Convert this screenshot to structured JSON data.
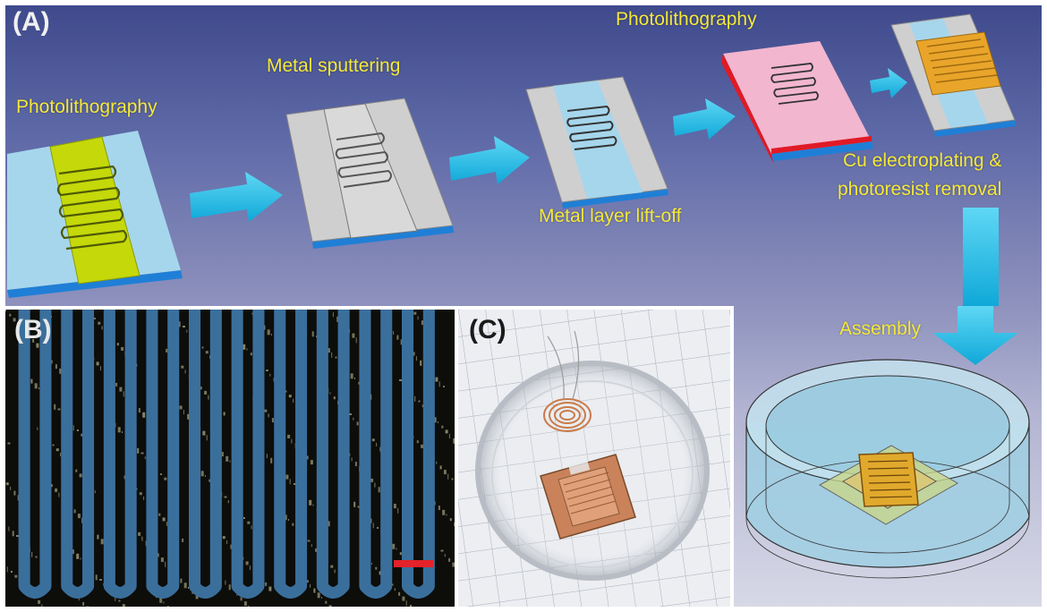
{
  "panels": {
    "a": {
      "label": "(A)"
    },
    "b": {
      "label": "(B)"
    },
    "c": {
      "label": "(C)"
    }
  },
  "steps": {
    "photolithography_1": "Photolithography",
    "metal_sputtering": "Metal sputtering",
    "metal_liftoff": "Metal layer lift-off",
    "photolithography_2": "Photolithography",
    "electroplating_line1": "Cu electroplating &",
    "electroplating_line2": "photoresist removal",
    "assembly": "Assembly"
  },
  "colors": {
    "background_a": "#4b5596",
    "substrate_blue": "#1f7fd6",
    "photoresist_green": "#c5d80a",
    "glass_lightblue": "#a6d6ec",
    "metal_gray": "#c9c9c9",
    "photoresist_pink": "#f2b6cf",
    "layer_red": "#e01a25",
    "copper": "#e9a52a",
    "arrow_cyan": "#1fbde8",
    "label_yellow": "#f4e83a",
    "scale_bar_red": "#e3222a"
  }
}
